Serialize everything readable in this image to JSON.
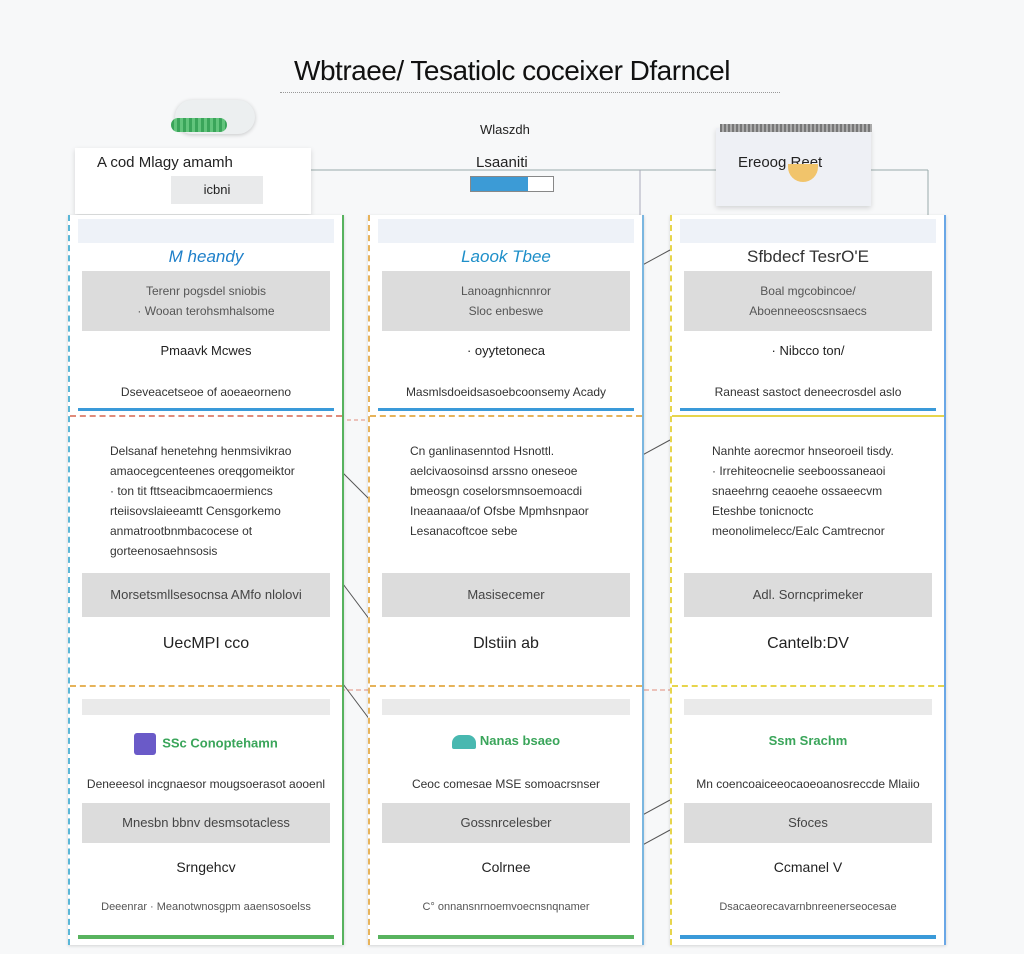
{
  "title": "Wbtraee/ Tesatiolc coceixer Dfarncel",
  "header_nodes": {
    "left": {
      "label": "A cod Mlagy amamh",
      "sub": "icbni"
    },
    "middle": {
      "top": "Wlaszdh",
      "label": "Lsaaniti",
      "progress": 0.7
    },
    "right": {
      "label": "Ereoog   Reet"
    }
  },
  "columns": [
    {
      "heading": "M heandy",
      "box_lines": [
        "Terenr pogsdel sniobis",
        "· Wooan terohsmhalsome"
      ],
      "line1": "Pmaavk Mcwes",
      "line2": "Dseveacetseoe of aoeaeorneno",
      "paragraph": [
        "Delsanaf henetehng henmsivikrao",
        "amaocegcenteenes oreqgomeiktor",
        "· ton tit fttseacibmcaoermiencs",
        "rteiisovslaieeamtt Censgorkemo",
        "anmatrootbnmbacocese ot",
        "gorteenosaehnsosis"
      ],
      "bar": "Morsetsmllsesocnsa AMfo nlolovi",
      "big": "UecMPI cco",
      "s3_label": "SSc Conoptehamn",
      "s3_line": "Deneeesol incgnaesor mougsoerasot aooenl",
      "s3_bar": "Mnesbn bbnv desmsotacless",
      "s3_big": "Srngehcv",
      "s3_foot": "Deeenrar  ·  Meanotwnosgpm aaensosoelss"
    },
    {
      "heading": "Laook Tbee",
      "box_lines": [
        "Lanoagnhicnnror",
        "Sloc enbeswe"
      ],
      "line1": "· oyytetoneca",
      "line2": "Masmlsdoeidsasoebcoonsemy Acady",
      "paragraph": [
        "Cn ganlinasenntod Hsnottl.",
        "aelcivaosoinsd arssno oneseoe",
        "bmeosgn coselorsmnsoemoacdi",
        "Ineaanaaa/of Ofsbe Mpmhsnpaor",
        "Lesanacoftcoe sebe"
      ],
      "bar": "Masisecemer",
      "big": "Dlstiin ab",
      "s3_label": "Nanas bsaeo",
      "s3_line": "Ceoc comesae MSE somoacrsnser",
      "s3_bar": "Gossnrcelesber",
      "s3_big": "Colrnee",
      "s3_foot": "C°  onnansnrnoemvoecnsnqnamer"
    },
    {
      "heading": "Sfbdecf TesrO'E",
      "box_lines": [
        "Boal mgcobincoe/",
        "Aboenneeoscsnsaecs"
      ],
      "line1": "· Nibcco ton/",
      "line2": "Raneast sastoct deneecrosdel aslo",
      "paragraph": [
        "Nanhte aorecmor hnseoroeil tisdy.",
        "· Irrehiteocnelie seeboossaneaoi",
        "snaeehrng ceaoehe ossaeecvm",
        "Eteshbe tonicnoctc",
        "meonolimelecc/Ealc Camtrecnor"
      ],
      "bar": "Adl. Sorncprimeker",
      "big": "Cantelb:DV",
      "s3_label": "Ssm Srachm",
      "s3_line": "Mn coencoaiceeocaoeoanosreccde Mlaiio",
      "s3_bar": "Sfoces",
      "s3_big": "Ccmanel V",
      "s3_foot": "Dsacaeorecavarnbnreenerseocesae"
    }
  ]
}
